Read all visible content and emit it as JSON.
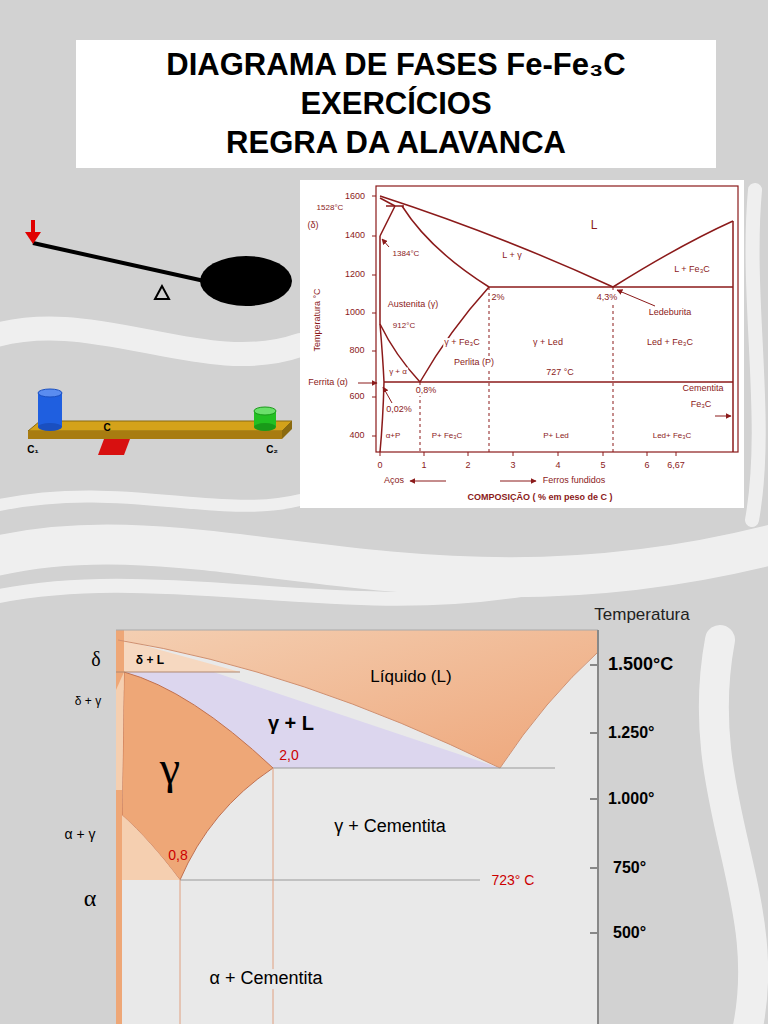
{
  "diagram": {
    "nodes": [
      {
        "text": [
          "DIAGRAMA DE FASES Fe-Fe₃C",
          "EXERCÍCIOS",
          "REGRA DA ALAVANCA"
        ]
      }
    ],
    "labels": [
      "C",
      "C₁",
      "C₂",
      "1600",
      "1528°C",
      "(δ)",
      "1400",
      "1384°C",
      "1200",
      "1000",
      "800",
      "600",
      "400",
      "L",
      "L + γ",
      "L + Fe₃C",
      "2%",
      "4,3%",
      "Austenita (γ)",
      "912°C",
      "γ + Fe₃C",
      "Perlita (P)",
      "γ + Led",
      "Ledeburita",
      "Led + Fe₃C",
      "γ + α",
      "0,8%",
      "727 °C",
      "Ferrita (α)",
      "0,02%",
      "Cementita",
      "Fe₃C",
      "α+P",
      "P+ Fe₃C",
      "P+ Led",
      "Led+ Fe₃C",
      "0",
      "1",
      "2",
      "3",
      "4",
      "5",
      "6",
      "6,67",
      "Aços",
      "Ferros fundidos",
      "COMPOSIÇÃO ( % em peso de C )",
      "Temperatura °C",
      "Temperatura",
      "1.500°C",
      "1.250°",
      "1.000°",
      "750°",
      "500°",
      "δ",
      "δ + L",
      "δ + γ",
      "Líquido (L)",
      "γ + L",
      "2,0",
      "γ",
      "γ + Cementita",
      "α + γ",
      "0,8",
      "723° C",
      "α",
      "α + Cementita"
    ]
  }
}
